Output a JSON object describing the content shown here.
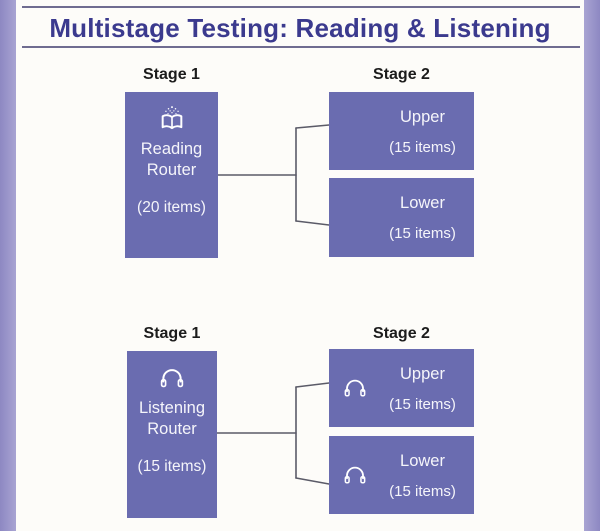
{
  "title": "Multistage Testing: Reading & Listening",
  "colors": {
    "node_fill": "#6a6cb0",
    "frame_bar": "#928dc6",
    "title_text": "#3b3a8e",
    "stage_label_text": "#1c1c1c",
    "node_text": "#f5f5fa",
    "connector_line": "#5b5b68"
  },
  "reading": {
    "stage1_label": "Stage 1",
    "stage2_label": "Stage 2",
    "router": {
      "icon": "open-book-sparkles-icon",
      "name": "Reading Router",
      "items": "(20 items)"
    },
    "upper": {
      "name": "Upper",
      "items": "(15 items)"
    },
    "lower": {
      "name": "Lower",
      "items": "(15 items)"
    }
  },
  "listening": {
    "stage1_label": "Stage 1",
    "stage2_label": "Stage 2",
    "router": {
      "icon": "headphones-icon",
      "name": "Listening Router",
      "items": "(15 items)"
    },
    "upper": {
      "icon": "headphones-icon",
      "name": "Upper",
      "items": "(15 items)"
    },
    "lower": {
      "icon": "headphones-icon",
      "name": "Lower",
      "items": "(15 items)"
    }
  }
}
